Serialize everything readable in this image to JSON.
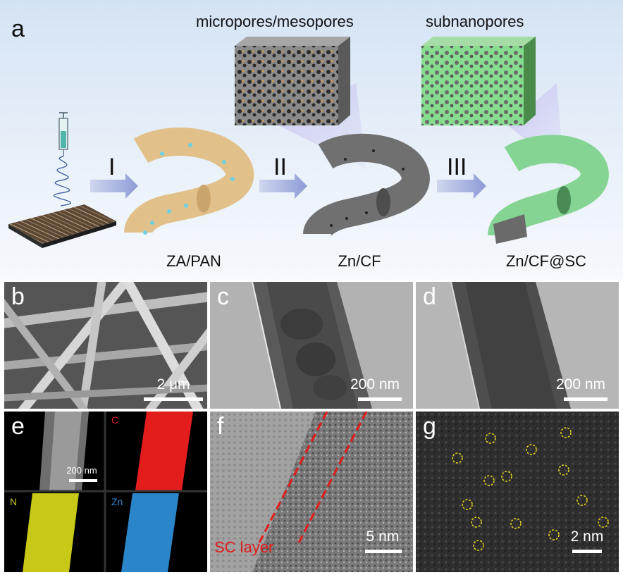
{
  "panel_a": {
    "letter": "a",
    "pore_labels": [
      "micropores/mesopores",
      "subnanopores"
    ],
    "steps": [
      "I",
      "II",
      "III"
    ],
    "stages": [
      "ZA/PAN",
      "Zn/CF",
      "Zn/CF@SC"
    ]
  },
  "panels": {
    "b": {
      "letter": "b",
      "scale": "2 μm"
    },
    "c": {
      "letter": "c",
      "scale": "200 nm"
    },
    "d": {
      "letter": "d",
      "scale": "200 nm"
    },
    "e": {
      "letter": "e",
      "scale": "200 nm",
      "maps": [
        "C",
        "N",
        "Zn"
      ]
    },
    "f": {
      "letter": "f",
      "scale": "5 nm",
      "annotation": "SC layer"
    },
    "g": {
      "letter": "g",
      "scale": "2 nm"
    }
  },
  "colors": {
    "precursor": "#e2c08a",
    "carbon": "#6a6a6a",
    "coating": "#7fd08c",
    "carbon_map": "#e31c1c",
    "nitrogen_map": "#c8c818",
    "zinc_map": "#2b86c9",
    "annotation": "#e21b1b",
    "pore_marker": "#e3d21e"
  }
}
